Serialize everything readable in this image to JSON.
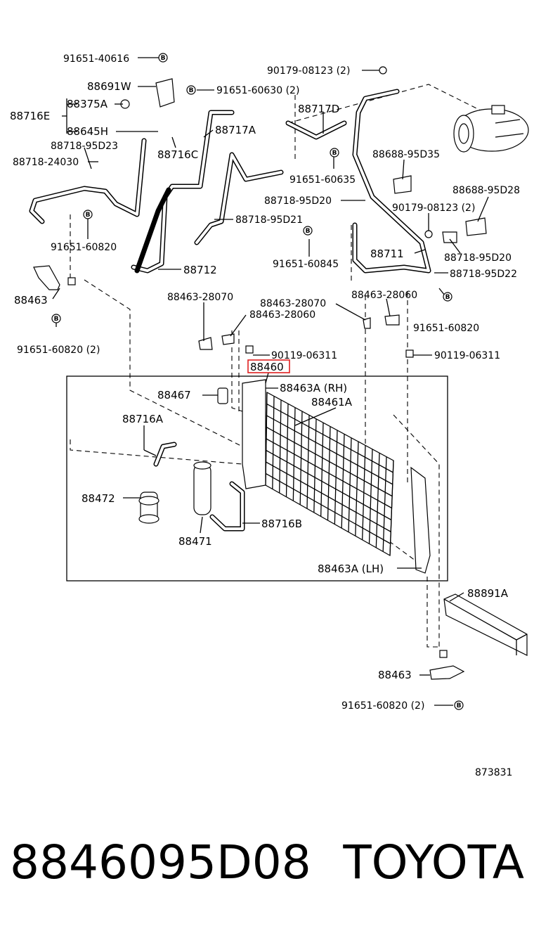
{
  "labels": {
    "l1": "91651-40616",
    "l2": "90179-08123 (2)",
    "l3": "88691W",
    "l4": "91651-60630 (2)",
    "l5": "88716E",
    "l6": "88375A",
    "l7": "88717D",
    "l8": "88645H",
    "l9": "88717A",
    "l10": "88718-95D23",
    "l11": "88716C",
    "l12": "88688-95D35",
    "l13": "88718-24030",
    "l14": "91651-60635",
    "l15": "88688-95D28",
    "l16": "88718-95D20",
    "l17": "90179-08123 (2)",
    "l18": "88718-95D21",
    "l19": "91651-60820",
    "l20": "91651-60845",
    "l21": "88711",
    "l22": "88718-95D20",
    "l23": "88712",
    "l24": "88718-95D22",
    "l25": "88463",
    "l26": "88463-28070",
    "l27": "88463-28070",
    "l28": "88463-28060",
    "l29": "88463-28060",
    "l30": "91651-60820",
    "l31": "91651-60820 (2)",
    "l32": "90119-06311",
    "l33": "90119-06311",
    "l34": "88460",
    "l35": "88467",
    "l36": "88463A (RH)",
    "l37": "88461A",
    "l38": "88716A",
    "l39": "88472",
    "l40": "88716B",
    "l41": "88471",
    "l42": "88463A (LH)",
    "l43": "88891A",
    "l44": "88463",
    "l45": "91651-60820 (2)",
    "l46": "873831"
  },
  "bolt_mark": "B",
  "highlight_color": "#e02020",
  "part_number": "8846095D08",
  "brand": "TOYOTA"
}
